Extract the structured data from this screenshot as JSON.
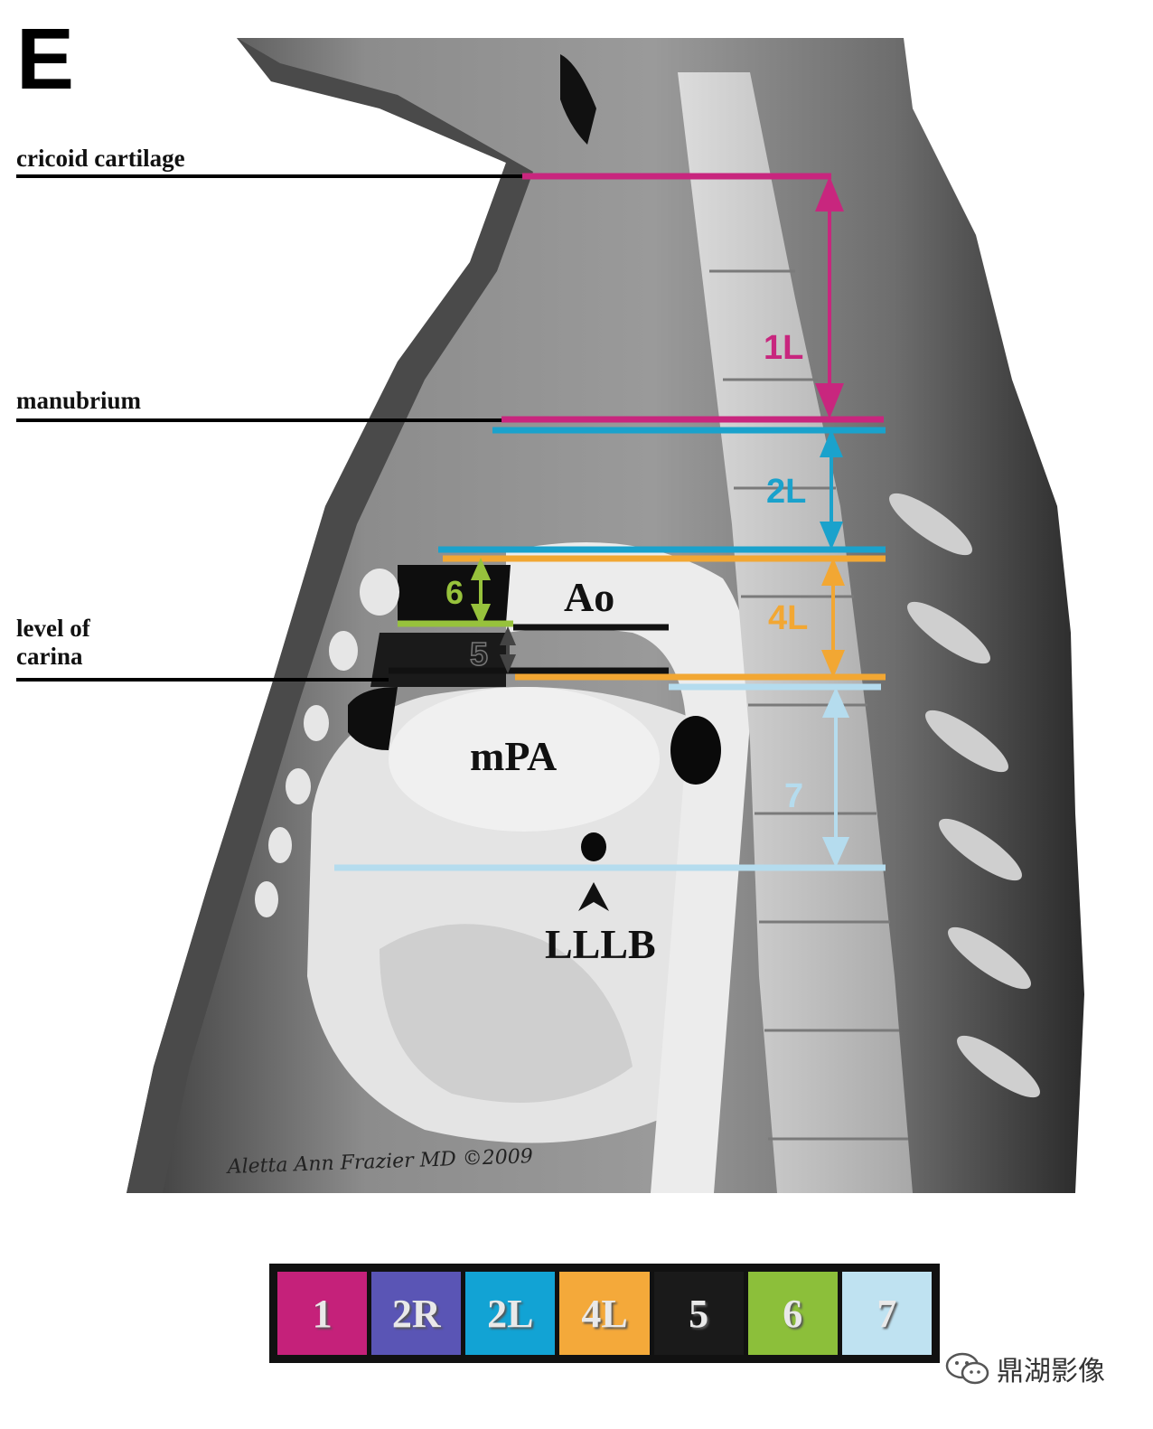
{
  "panel_label": "E",
  "reference_lines": [
    {
      "label": "cricoid cartilage"
    },
    {
      "label": "manubrium"
    },
    {
      "label": "level of\ncarina"
    }
  ],
  "structures": {
    "aorta": "Ao",
    "main_pulmonary_artery": "mPA",
    "left_lower_lobe_bronchus": "LLLB"
  },
  "stations": [
    {
      "id": "1L",
      "color": "#c8267e"
    },
    {
      "id": "2L",
      "color": "#1aa2cc"
    },
    {
      "id": "4L",
      "color": "#f2a733"
    },
    {
      "id": "5",
      "color": "#222222"
    },
    {
      "id": "6",
      "color": "#97c23c"
    },
    {
      "id": "7",
      "color": "#b5dcee"
    }
  ],
  "signature": "Aletta Ann Frazier MD ©2009",
  "legend": [
    {
      "label": "1",
      "color": "#c5217a"
    },
    {
      "label": "2R",
      "color": "#5a55b5"
    },
    {
      "label": "2L",
      "color": "#12a3d4"
    },
    {
      "label": "4L",
      "color": "#f4a93a"
    },
    {
      "label": "5",
      "color": "#1a1a1a"
    },
    {
      "label": "6",
      "color": "#8cbf3a"
    },
    {
      "label": "7",
      "color": "#bfe2f1"
    }
  ],
  "watermark": "鼎湖影像"
}
